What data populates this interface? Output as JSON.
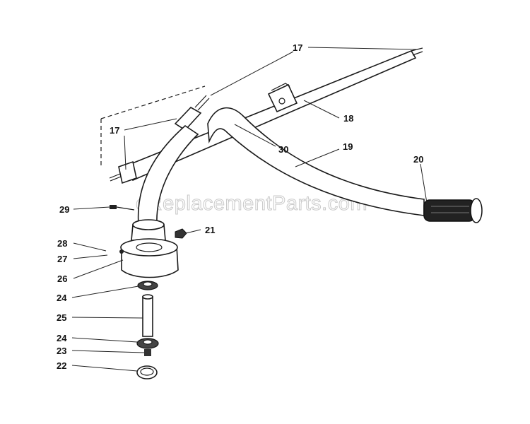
{
  "watermark": "eReplacementParts.com",
  "callouts": {
    "c17_top": "17",
    "c17_left": "17",
    "c18": "18",
    "c19": "19",
    "c20": "20",
    "c21": "21",
    "c22": "22",
    "c23": "23",
    "c24_upper": "24",
    "c24_lower": "24",
    "c25": "25",
    "c26": "26",
    "c27": "27",
    "c28": "28",
    "c29": "29",
    "c30": "30"
  }
}
